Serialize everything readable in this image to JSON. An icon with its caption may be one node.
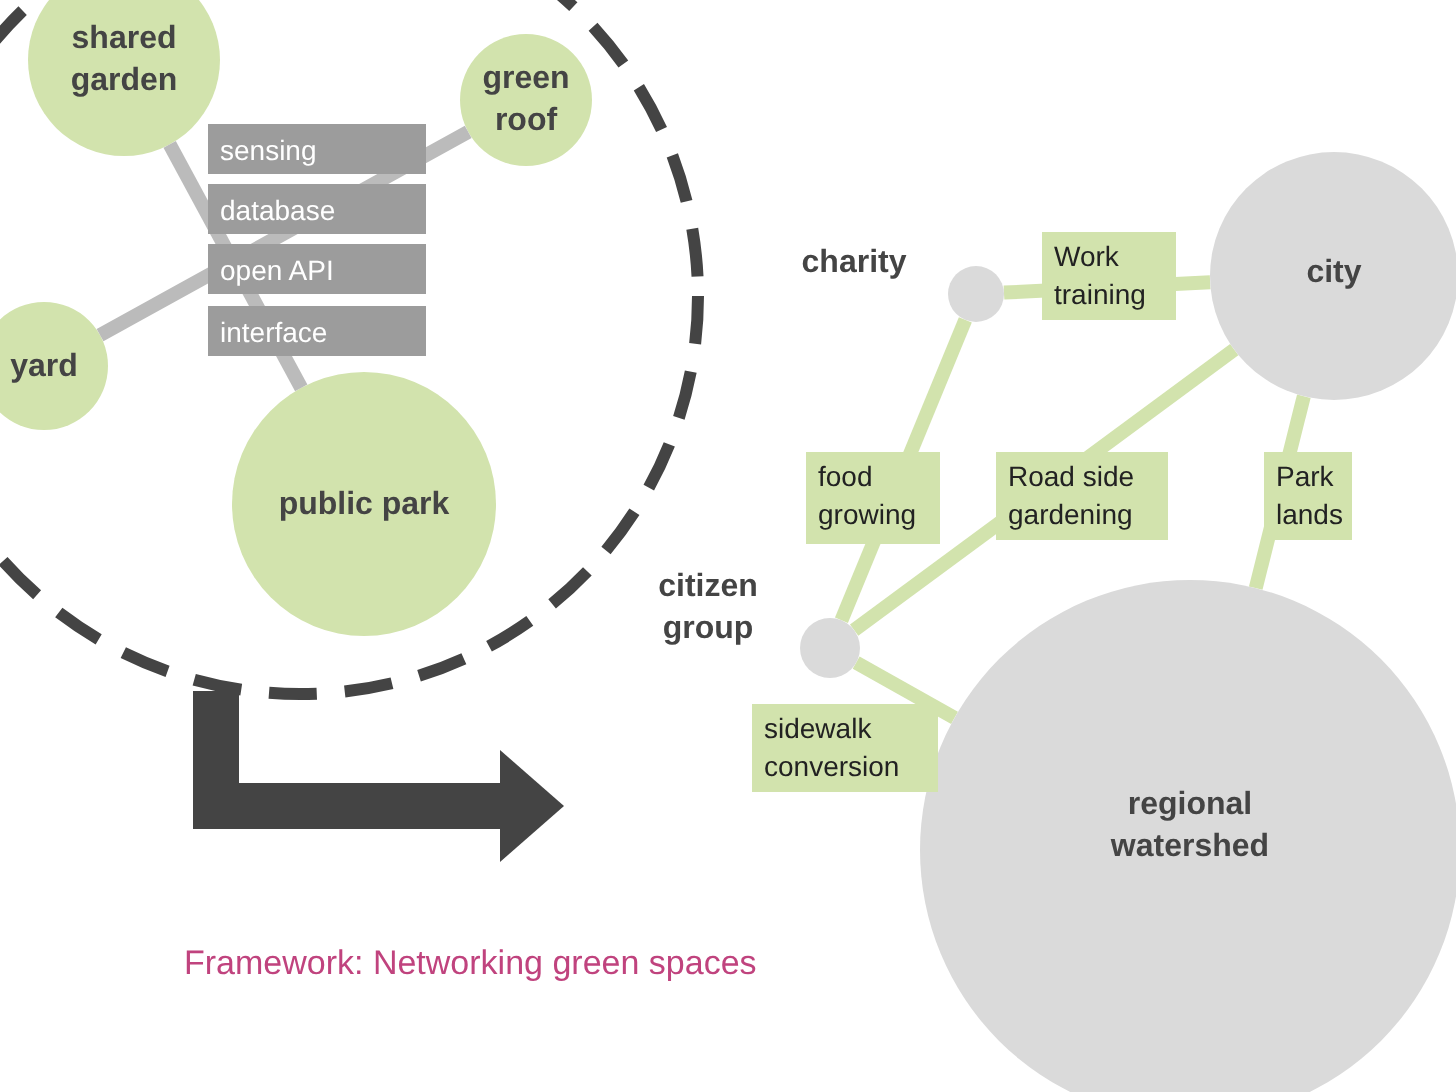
{
  "diagram": {
    "caption": "Framework: Networking green spaces",
    "nodes": [
      {
        "text": [],
        "shape": "circle"
      },
      {
        "text": [
          "shared garden"
        ],
        "in": 0
      },
      {
        "text": [
          "green roof"
        ],
        "in": 0
      },
      {
        "text": [
          "yard"
        ],
        "in": 0
      },
      {
        "text": [
          "public park"
        ],
        "in": 0
      },
      {
        "text": [],
        "shape": "circle",
        "beside": [
          "charity"
        ]
      },
      {
        "text": [
          "city"
        ]
      },
      {
        "text": [],
        "shape": "circle",
        "beside": [
          "citizen group"
        ]
      },
      {
        "text": [
          "regional watershed"
        ]
      }
    ],
    "edges": [
      {
        "from": 1,
        "to": 4,
        "arrow": "none",
        "color": "#bbbbbb"
      },
      {
        "from": 2,
        "to": 3,
        "arrow": "none",
        "color": "#bbbbbb"
      },
      {
        "from": 5,
        "to": 6,
        "arrow": "none",
        "label": "Work training"
      },
      {
        "from": 5,
        "to": 7,
        "arrow": "none",
        "label": "food growing"
      },
      {
        "from": 7,
        "to": 6,
        "arrow": "none",
        "label": "Road side gardening"
      },
      {
        "from": 6,
        "to": 8,
        "arrow": "none",
        "label": "Park lands"
      },
      {
        "from": 7,
        "to": 8,
        "arrow": "none",
        "label": "sidewalk conversion"
      }
    ],
    "labels": [
      "sensing",
      "database",
      "open API",
      "interface"
    ]
  }
}
